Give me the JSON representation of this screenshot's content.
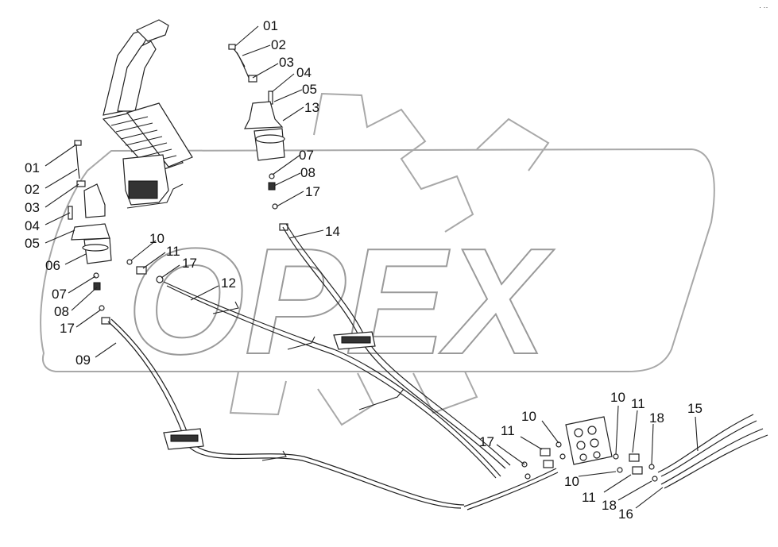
{
  "watermark": {
    "text": "OPEX"
  },
  "corner_mark": "· ··",
  "labels": {
    "l01a": "01",
    "l02a": "02",
    "l03a": "03",
    "l04a": "04",
    "l05a": "05",
    "l13": "13",
    "l07a": "07",
    "l08a": "08",
    "l17a": "17",
    "l14": "14",
    "l01b": "01",
    "l02b": "02",
    "l03b": "03",
    "l04b": "04",
    "l05b": "05",
    "l06": "06",
    "l07b": "07",
    "l08b": "08",
    "l17b": "17",
    "l09": "09",
    "l10a": "10",
    "l11a": "11",
    "l17c": "17",
    "l12": "12",
    "l17d": "17",
    "l11b": "11",
    "l10b": "10",
    "l10c": "10",
    "l11c": "11",
    "l18a": "18",
    "l15": "15",
    "l10d": "10",
    "l11d": "11",
    "l18b": "18",
    "l16": "16"
  }
}
